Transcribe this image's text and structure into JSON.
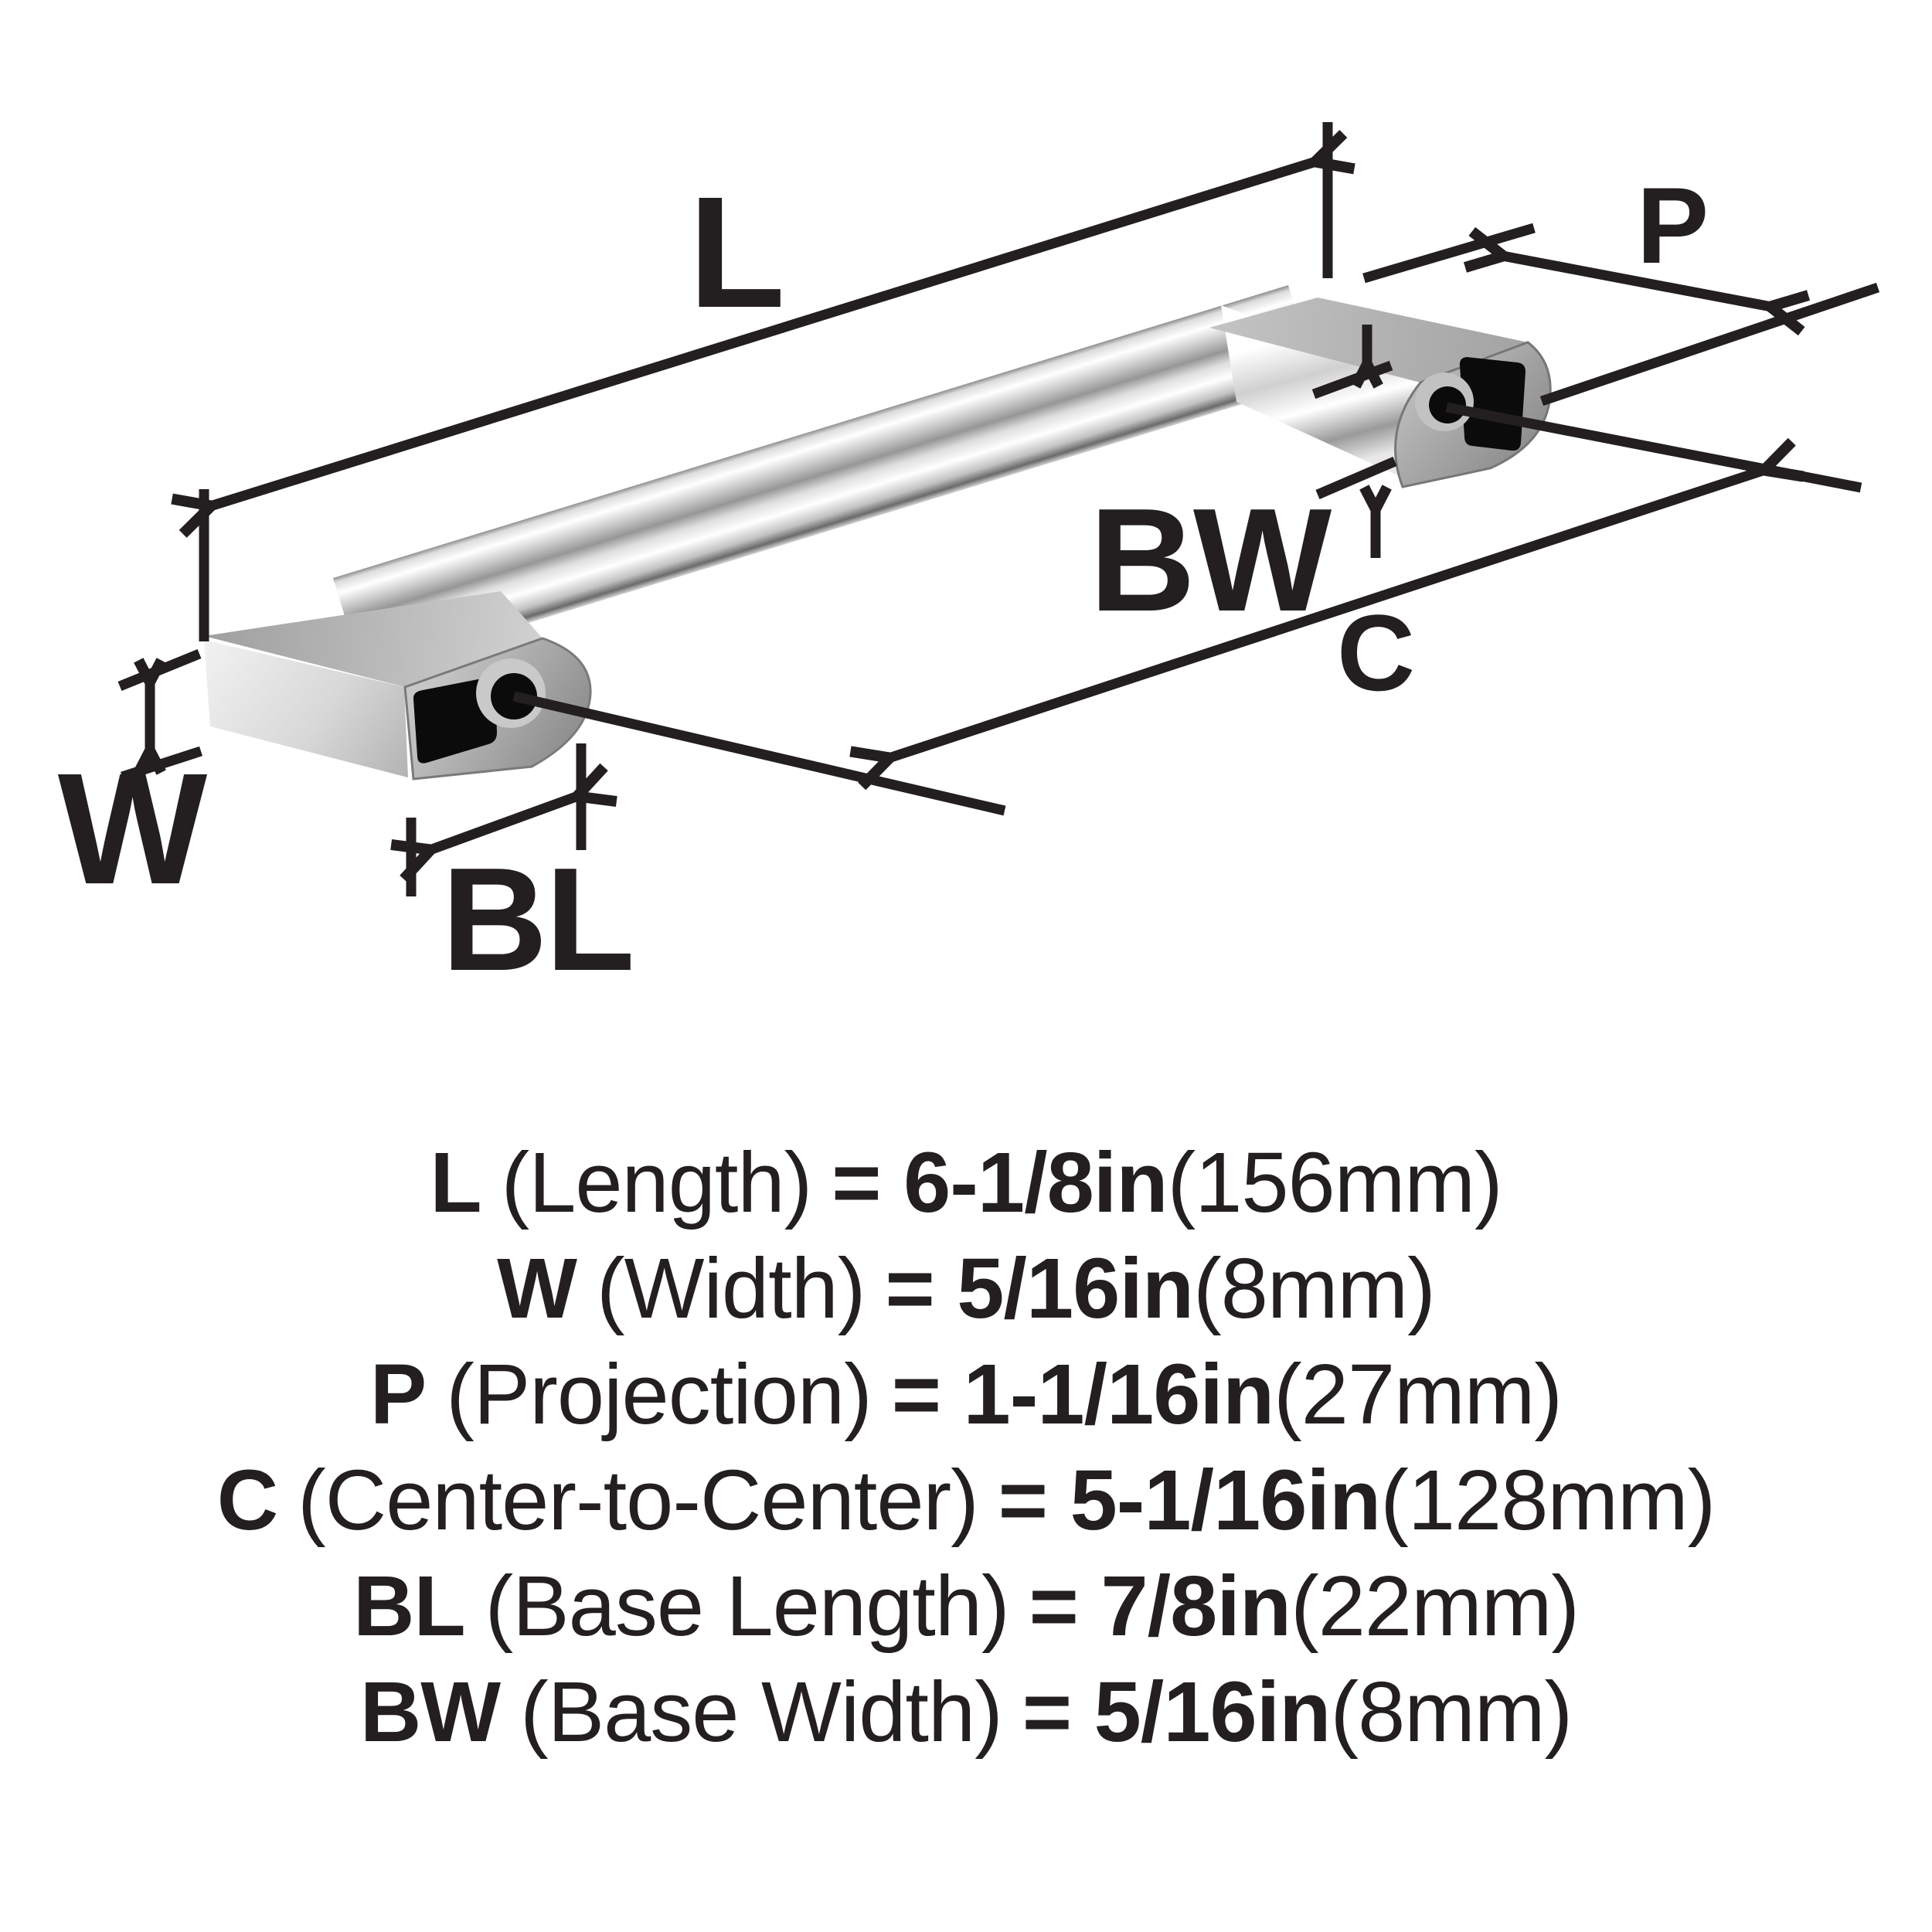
{
  "diagram": {
    "labels": {
      "length": "L",
      "projection": "P",
      "base_width": "BW",
      "center_to_center": "C",
      "width": "W",
      "base_length": "BL"
    }
  },
  "specs": [
    {
      "symbol": "L",
      "name": "(Length)",
      "value": "= 6-1/8in",
      "metric": "(156mm)"
    },
    {
      "symbol": "W",
      "name": "(Width)",
      "value": "= 5/16in",
      "metric": "(8mm)"
    },
    {
      "symbol": "P",
      "name": "(Projection)",
      "value": "= 1-1/16in",
      "metric": "(27mm)"
    },
    {
      "symbol": "C",
      "name": "(Center-to-Center)",
      "value": "= 5-1/16in",
      "metric": "(128mm)"
    },
    {
      "symbol": "BL",
      "name": "(Base Length)",
      "value": "= 7/8in",
      "metric": "(22mm)"
    },
    {
      "symbol": "BW",
      "name": "(Base Width)",
      "value": "= 5/16in",
      "metric": "(8mm)"
    }
  ],
  "colors": {
    "ink": "#231f20",
    "background": "#ffffff",
    "metal_light": "#f0f0f0",
    "metal_mid": "#b0b0b0",
    "metal_dark": "#7f7f7f",
    "opening_black": "#0b0b0b"
  }
}
